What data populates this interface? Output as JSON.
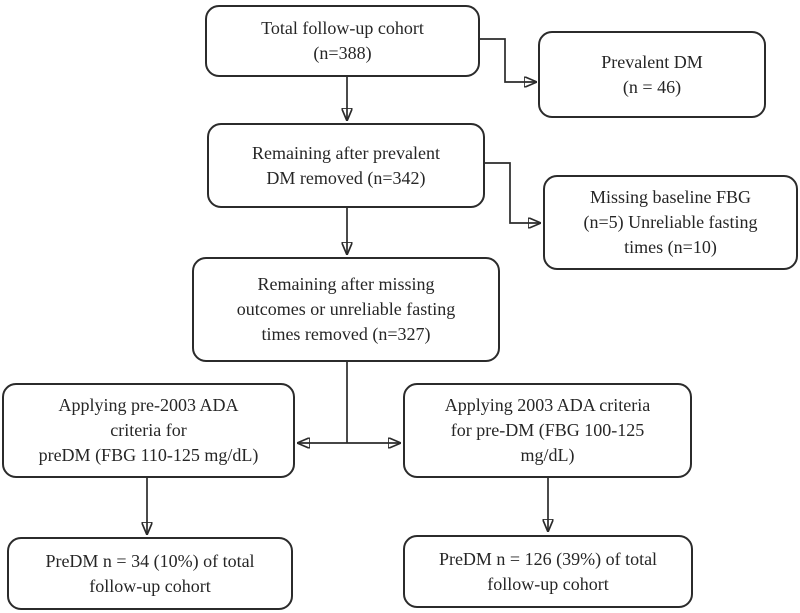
{
  "figure": {
    "type": "flowchart",
    "background_color": "#ffffff",
    "line_color": "#2b2b2b",
    "nodes": {
      "total_cohort": {
        "text": "Total follow-up cohort\n(n=388)"
      },
      "prevalent_dm": {
        "text": "Prevalent DM\n(n = 46)"
      },
      "after_prevalent": {
        "text": "Remaining after prevalent\nDM removed (n=342)"
      },
      "missing_unreliable": {
        "text": "Missing baseline FBG\n(n=5) Unreliable fasting\ntimes (n=10)"
      },
      "after_missing": {
        "text": "Remaining after missing\noutcomes or unreliable fasting\ntimes removed (n=327)"
      },
      "pre2003_criteria": {
        "text": "Applying pre-2003 ADA\ncriteria for\npreDM (FBG 110-125 mg/dL)"
      },
      "ada2003_criteria": {
        "text": "Applying 2003 ADA criteria\nfor pre-DM (FBG 100-125\nmg/dL)"
      },
      "predm_pre2003_result": {
        "text": "PreDM n = 34 (10%) of total\nfollow-up cohort"
      },
      "predm_2003_result": {
        "text": "PreDM n = 126 (39%) of total\nfollow-up cohort"
      }
    },
    "edges": [
      {
        "from": "total_cohort",
        "to": "after_prevalent"
      },
      {
        "from": "total_cohort",
        "to": "prevalent_dm"
      },
      {
        "from": "after_prevalent",
        "to": "after_missing"
      },
      {
        "from": "after_prevalent",
        "to": "missing_unreliable"
      },
      {
        "from": "after_missing",
        "to": "pre2003_criteria"
      },
      {
        "from": "after_missing",
        "to": "ada2003_criteria"
      },
      {
        "from": "pre2003_criteria",
        "to": "predm_pre2003_result"
      },
      {
        "from": "ada2003_criteria",
        "to": "predm_2003_result"
      }
    ]
  }
}
